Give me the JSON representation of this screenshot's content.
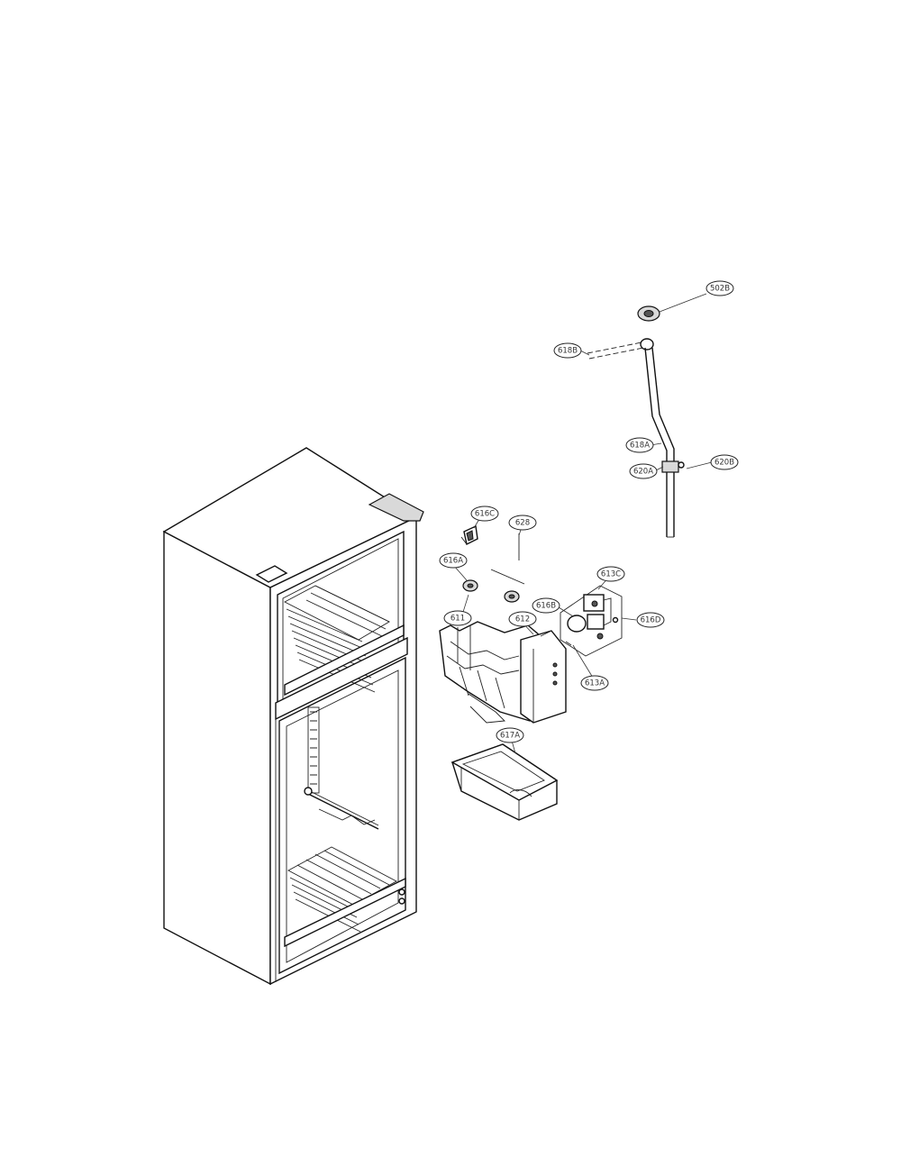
{
  "diagram": {
    "callouts": [
      {
        "id": "c-502b",
        "label": "502B"
      },
      {
        "id": "c-618b",
        "label": "618B"
      },
      {
        "id": "c-618a",
        "label": "618A"
      },
      {
        "id": "c-620a",
        "label": "620A"
      },
      {
        "id": "c-620b",
        "label": "620B"
      },
      {
        "id": "c-616c",
        "label": "616C"
      },
      {
        "id": "c-628",
        "label": "628"
      },
      {
        "id": "c-616a",
        "label": "616A"
      },
      {
        "id": "c-616b",
        "label": "616B"
      },
      {
        "id": "c-613c",
        "label": "613C"
      },
      {
        "id": "c-616d",
        "label": "616D"
      },
      {
        "id": "c-612",
        "label": "612"
      },
      {
        "id": "c-613a",
        "label": "613A"
      },
      {
        "id": "c-611",
        "label": "611"
      },
      {
        "id": "c-617a",
        "label": "617A"
      }
    ]
  }
}
